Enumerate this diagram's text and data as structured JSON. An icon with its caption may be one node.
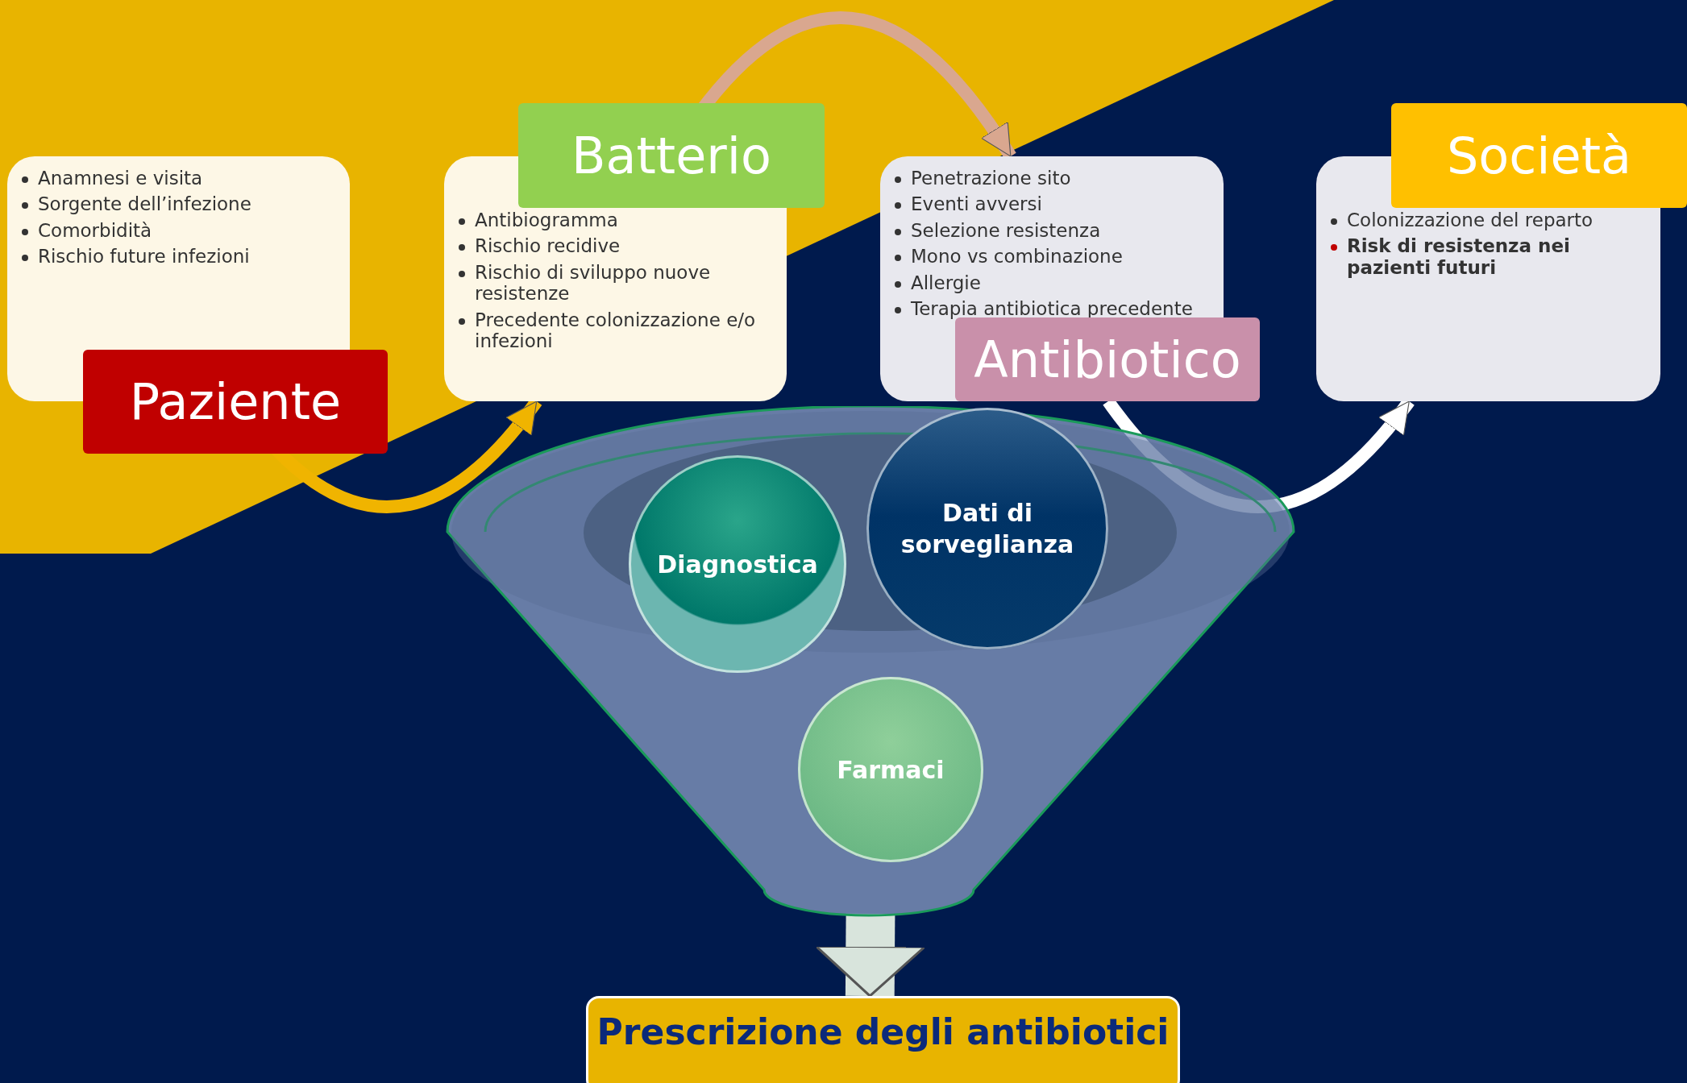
{
  "diagram": {
    "nodes": [
      {
        "text": [
          "Paziente",
          "Anamnesi e visita",
          "Sorgente dell’infezione",
          "Comorbidità",
          "Rischio future infezioni"
        ]
      },
      {
        "text": [
          "Batterio",
          "Antibiogramma",
          "Rischio recidive",
          "Rischio di sviluppo nuove resistenze",
          "Precedente colonizzazione e/o infezioni"
        ]
      },
      {
        "text": [
          "Antibiotico",
          "Penetrazione sito",
          "Eventi avversi",
          "Selezione resistenza",
          "Mono vs combinazione",
          "Allergie",
          "Terapia antibiotica precedente"
        ]
      },
      {
        "text": [
          "Società",
          "Colonizzazione del reparto",
          "**Risk di resistenza nei pazienti futuri**"
        ]
      },
      {
        "text": [],
        "shape": "funnel"
      },
      {
        "text": [
          "Diagnostica"
        ],
        "in": 4
      },
      {
        "text": [
          "Dati di sorveglianza"
        ],
        "in": 4
      },
      {
        "text": [
          "Farmaci"
        ],
        "in": 4
      },
      {
        "text": [
          "Prescrizione degli antibiotici"
        ]
      }
    ],
    "edges": [
      {
        "from": 0,
        "to": 1,
        "arrow": "to",
        "color": "#f0b400"
      },
      {
        "from": 1,
        "to": 2,
        "arrow": "to",
        "color": "#d9a78f"
      },
      {
        "from": 2,
        "to": 3,
        "arrow": "to",
        "color": "#ffffff"
      },
      {
        "from": 4,
        "to": 8,
        "arrow": "to",
        "style": "thick",
        "color": "#d8e4dc"
      }
    ]
  }
}
